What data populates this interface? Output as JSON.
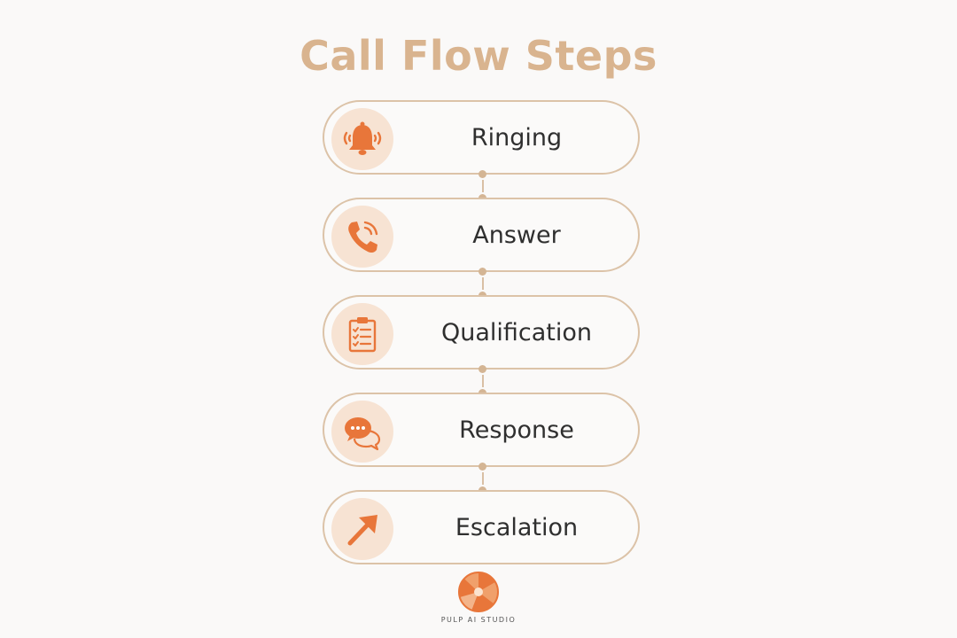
{
  "title": "Call Flow Steps",
  "steps": [
    {
      "label": "Ringing",
      "icon": "bell-icon"
    },
    {
      "label": "Answer",
      "icon": "phone-icon"
    },
    {
      "label": "Qualification",
      "icon": "clipboard-icon"
    },
    {
      "label": "Response",
      "icon": "chat-bubbles-icon"
    },
    {
      "label": "Escalation",
      "icon": "arrow-up-right-icon"
    }
  ],
  "brand": "PULP AI STUDIO",
  "colors": {
    "accent": "#e8763a",
    "title": "#d9b48f",
    "border": "#dcc3a8",
    "icon_bg": "#f7e3d3"
  }
}
